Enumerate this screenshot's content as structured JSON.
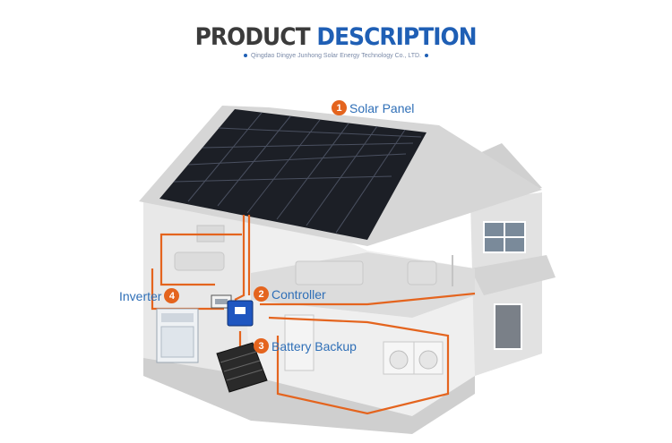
{
  "header": {
    "title_part1": "PRODUCT",
    "title_part2": "DESCRIPTION",
    "subtitle": "Qingdao Dingye Junhong Solar Energy Technology Co., LTD."
  },
  "components": [
    {
      "number": "1",
      "label": "Solar Panel"
    },
    {
      "number": "2",
      "label": "Controller"
    },
    {
      "number": "3",
      "label": "Battery Backup"
    },
    {
      "number": "4",
      "label": "Inverter"
    }
  ],
  "colors": {
    "wiring": "#e4641e",
    "label_blue": "#2f6fb7",
    "title_blue": "#1f5fb5",
    "panel": "#1c1f26"
  }
}
